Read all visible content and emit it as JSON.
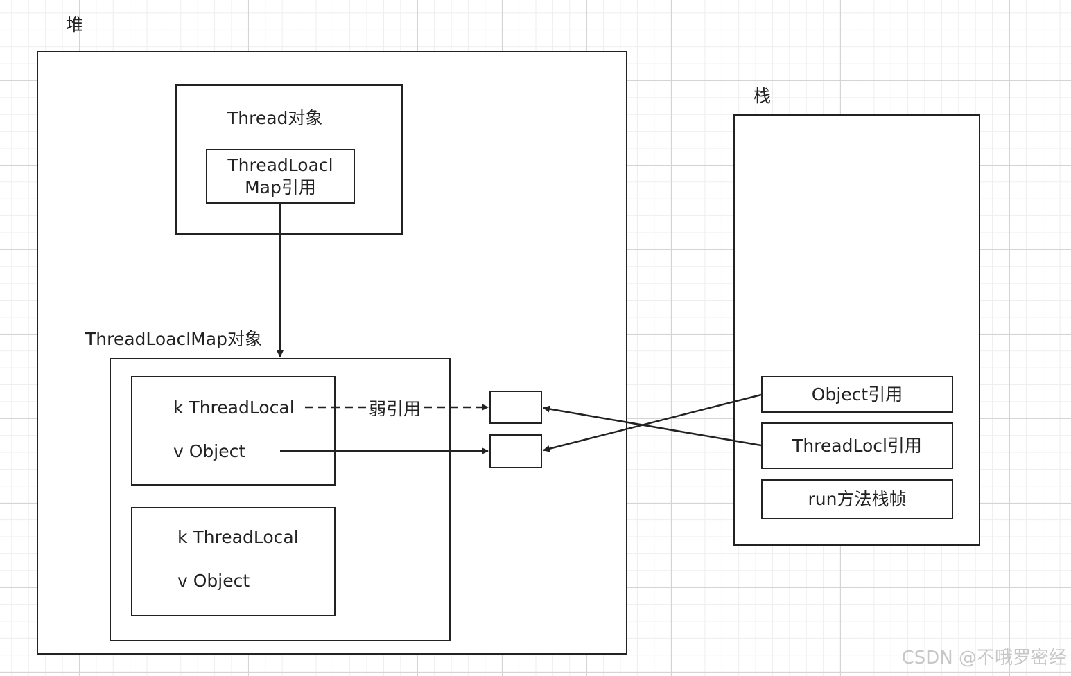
{
  "heap": {
    "title": "堆",
    "thread_object": {
      "title": "Thread对象",
      "map_ref_line1": "ThreadLoacl",
      "map_ref_line2": "Map引用"
    },
    "map_object": {
      "title": "ThreadLoaclMap对象",
      "entries": [
        {
          "key": "k ThreadLocal",
          "value": "v Object"
        },
        {
          "key": "k ThreadLocal",
          "value": "v Object"
        }
      ]
    }
  },
  "stack": {
    "title": "栈",
    "items": [
      {
        "label": "Object引用"
      },
      {
        "label": "ThreadLocl引用"
      },
      {
        "label": "run方法栈帧"
      }
    ]
  },
  "edges": {
    "weak_ref_label": "弱引用"
  },
  "watermark": "CSDN @不哦罗密经"
}
